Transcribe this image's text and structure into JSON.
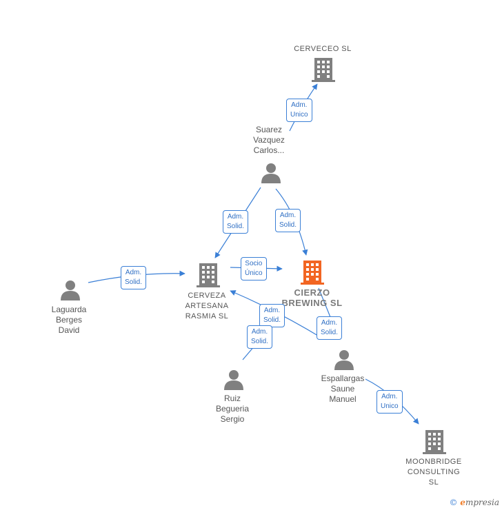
{
  "nodes": {
    "cerveceo": {
      "label": "CERVECEO  SL",
      "kind": "company"
    },
    "suarez": {
      "label_lines": [
        "Suarez",
        "Vazquez",
        "Carlos..."
      ],
      "kind": "person"
    },
    "cierzo": {
      "label_lines": [
        "CIERZO",
        "BREWING  SL"
      ],
      "kind": "company-main"
    },
    "cerveza": {
      "label_lines": [
        "CERVEZA",
        "ARTESANA",
        "RASMIA  SL"
      ],
      "kind": "company"
    },
    "laguarda": {
      "label_lines": [
        "Laguarda",
        "Berges",
        "David"
      ],
      "kind": "person"
    },
    "ruiz": {
      "label_lines": [
        "Ruiz",
        "Begueria",
        "Sergio"
      ],
      "kind": "person"
    },
    "espallargas": {
      "label_lines": [
        "Espallargas",
        "Saune",
        "Manuel"
      ],
      "kind": "person"
    },
    "moonbridge": {
      "label_lines": [
        "MOONBRIDGE",
        "CONSULTING",
        "SL"
      ],
      "kind": "company"
    }
  },
  "edges": [
    {
      "id": "suarez-cerveceo",
      "from": "suarez",
      "to": "cerveceo",
      "label_lines": [
        "Adm.",
        "Unico"
      ]
    },
    {
      "id": "suarez-cerveza",
      "from": "suarez",
      "to": "cerveza",
      "label_lines": [
        "Adm.",
        "Solid."
      ]
    },
    {
      "id": "suarez-cierzo",
      "from": "suarez",
      "to": "cierzo",
      "label_lines": [
        "Adm.",
        "Solid."
      ]
    },
    {
      "id": "cerveza-cierzo",
      "from": "cerveza",
      "to": "cierzo",
      "label_lines": [
        "Socio",
        "Único"
      ]
    },
    {
      "id": "laguarda-cerveza",
      "from": "laguarda",
      "to": "cerveza",
      "label_lines": [
        "Adm.",
        "Solid."
      ]
    },
    {
      "id": "espallargas-cerveza",
      "from": "espallargas",
      "to": "cerveza",
      "label_lines": [
        "Adm.",
        "Solid."
      ]
    },
    {
      "id": "espallargas-cierzo",
      "from": "espallargas",
      "to": "cierzo",
      "label_lines": [
        "Adm.",
        "Solid."
      ]
    },
    {
      "id": "ruiz-cerveza",
      "from": "ruiz",
      "to": "cerveza",
      "label_lines": [
        "Adm.",
        "Solid."
      ]
    },
    {
      "id": "espallargas-moonbridge",
      "from": "espallargas",
      "to": "moonbridge",
      "label_lines": [
        "Adm.",
        "Unico"
      ]
    }
  ],
  "colors": {
    "edge": "#3a7fd6",
    "icon": "#808080",
    "main_company": "#f26522"
  },
  "footer": {
    "copyright_symbol": "©",
    "brand_first": "e",
    "brand_rest": "mpresia"
  }
}
